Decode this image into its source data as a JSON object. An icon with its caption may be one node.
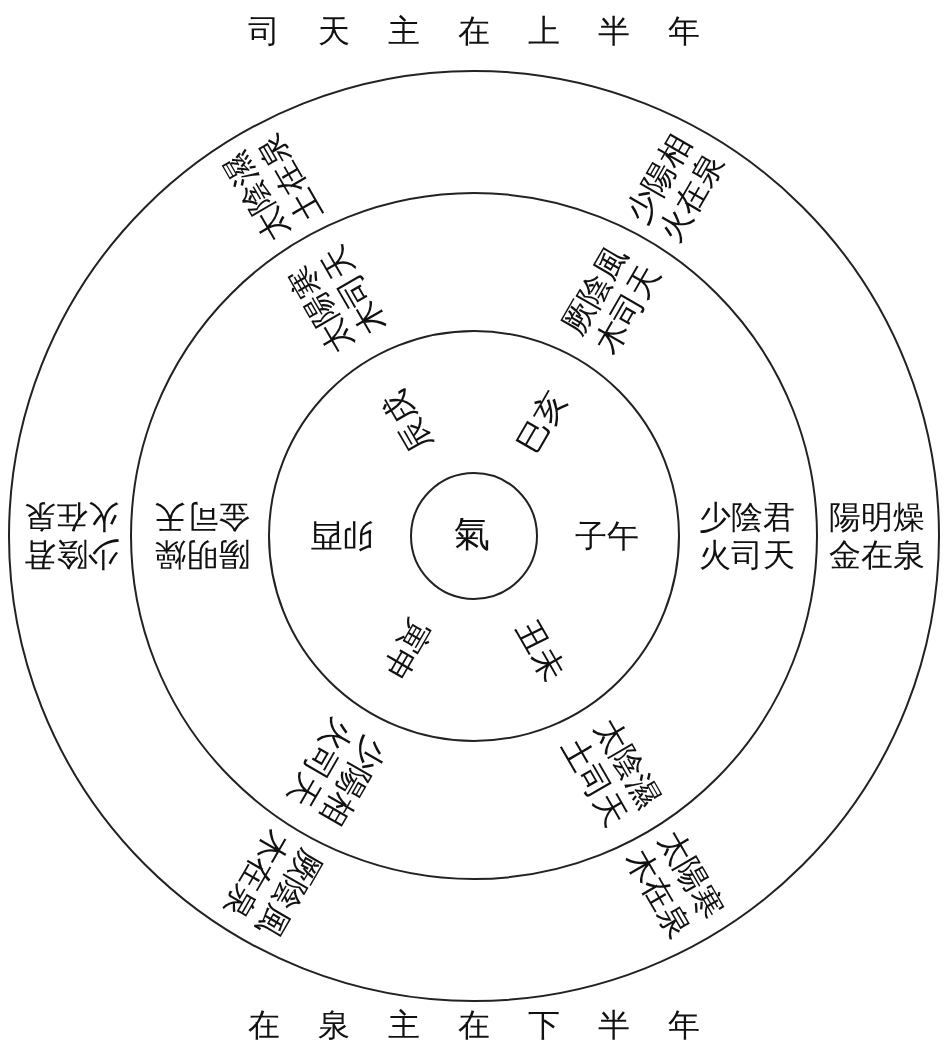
{
  "diagram": {
    "nodes": [
      {
        "text": [
          "陽明燥金在泉",
          "太陽寒木在泉",
          "厥陰風木在泉",
          "少陰君火在泉",
          "太陰濕土在泉",
          "少陽相火在泉"
        ]
      },
      {
        "text": [
          "少陰君火司天",
          "太陰濕土司天",
          "少陽相火司天",
          "陽明燥金司天",
          "太陽寒木司天",
          "厥陰風木司天"
        ],
        "in": 0
      },
      {
        "text": [
          "子午",
          "丑未",
          "寅申",
          "卯酉",
          "辰戌",
          "巳亥"
        ],
        "in": 1
      },
      {
        "text": [
          "氣"
        ],
        "in": 2
      }
    ],
    "labels": [
      "司天主在上半年",
      "在泉主在下半年"
    ]
  }
}
